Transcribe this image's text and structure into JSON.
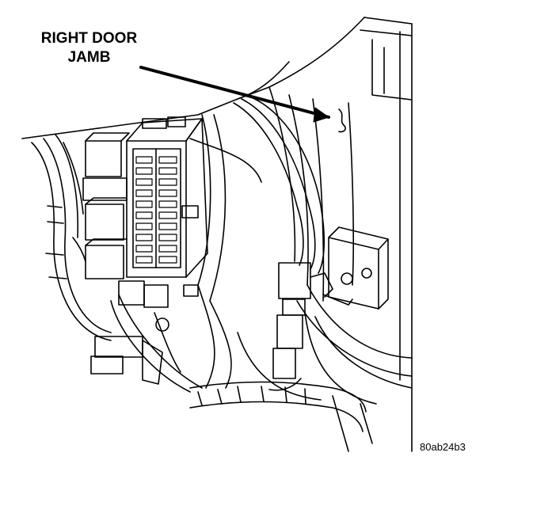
{
  "callout": {
    "line1": "RIGHT DOOR",
    "line2": "JAMB"
  },
  "figure_id": "80ab24b3",
  "colors": {
    "ink": "#000000",
    "paper": "#ffffff"
  }
}
